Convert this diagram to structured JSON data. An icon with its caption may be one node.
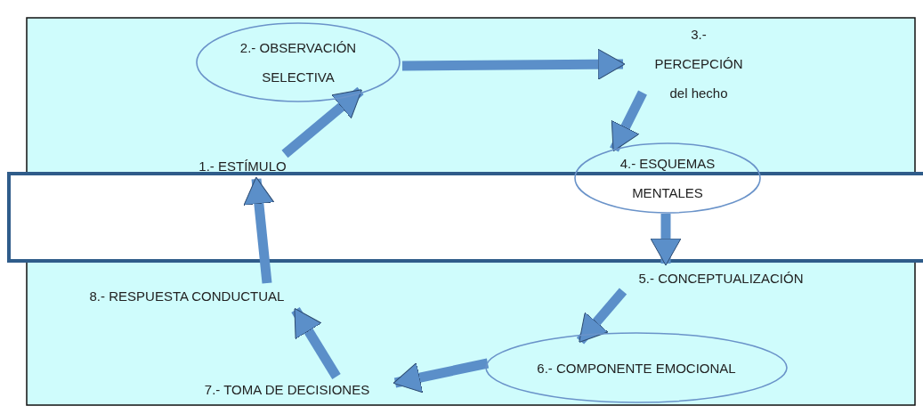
{
  "diagram": {
    "nodes": [
      {
        "text": [
          "1.- ESTÍMULO"
        ]
      },
      {
        "text": [
          "2.- OBSERVACIÓN SELECTIVA"
        ]
      },
      {
        "text": [
          "3.- PERCEPCIÓN del hecho"
        ]
      },
      {
        "text": [
          "4.- ESQUEMAS MENTALES"
        ]
      },
      {
        "text": [
          "5.- CONCEPTUALIZACIÓN"
        ]
      },
      {
        "text": [
          "6.- COMPONENTE EMOCIONAL"
        ]
      },
      {
        "text": [
          "7.- TOMA DE DECISIONES"
        ]
      },
      {
        "text": [
          "8.- RESPUESTA CONDUCTUAL"
        ]
      }
    ],
    "edges": [
      {
        "from": 0,
        "to": 1,
        "arrow": "to"
      },
      {
        "from": 1,
        "to": 2,
        "arrow": "to"
      },
      {
        "from": 2,
        "to": 3,
        "arrow": "to"
      },
      {
        "from": 3,
        "to": 4,
        "arrow": "to"
      },
      {
        "from": 4,
        "to": 5,
        "arrow": "to"
      },
      {
        "from": 5,
        "to": 6,
        "arrow": "to"
      },
      {
        "from": 6,
        "to": 7,
        "arrow": "to"
      },
      {
        "from": 7,
        "to": 0,
        "arrow": "to"
      }
    ]
  }
}
